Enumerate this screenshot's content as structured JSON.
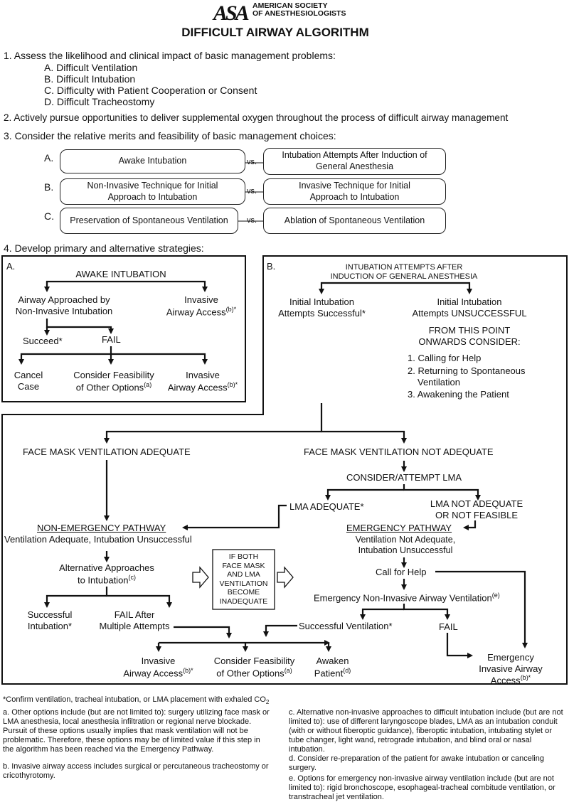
{
  "header": {
    "logo": "ASA",
    "org_line1": "AMERICAN SOCIETY",
    "org_line2": "OF ANESTHESIOLOGISTS",
    "title": "DIFFICULT AIRWAY ALGORITHM"
  },
  "steps": {
    "s1": "1. Assess the likelihood and clinical impact of basic management problems:",
    "s1_items": [
      "A. Difficult Ventilation",
      "B. Difficult Intubation",
      "C. Difficulty with Patient Cooperation or Consent",
      "D. Difficult Tracheostomy"
    ],
    "s2": "2. Actively pursue opportunities to deliver supplemental oxygen throughout the process of difficult airway management",
    "s3": "3. Consider the relative merits and feasibility of basic management choices:",
    "s4": "4. Develop primary and alternative strategies:"
  },
  "choices": [
    {
      "letter": "A.",
      "left": "Awake Intubation",
      "vs": "vs.",
      "right_l1": "Intubation Attempts After Induction of",
      "right_l2": "General Anesthesia"
    },
    {
      "letter": "B.",
      "left_l1": "Non-Invasive Technique for Initial",
      "left_l2": "Approach to Intubation",
      "vs": "vs.",
      "right_l1": "Invasive Technique for Initial",
      "right_l2": "Approach to Intubation"
    },
    {
      "letter": "C.",
      "left": "Preservation of Spontaneous Ventilation",
      "vs": "vs.",
      "right": "Ablation of Spontaneous Ventilation"
    }
  ],
  "panel_a": {
    "label": "A.",
    "awake": "AWAKE INTUBATION",
    "noninv_l1": "Airway Approached by",
    "noninv_l2": "Non-Invasive Intubation",
    "inv_l1": "Invasive",
    "inv_l2": "Airway Access",
    "inv_sup": "(b)*",
    "succeed": "Succeed*",
    "fail": "FAIL",
    "cancel_l1": "Cancel",
    "cancel_l2": "Case",
    "consider_l1": "Consider Feasibility",
    "consider_l2": "of Other Options",
    "consider_sup": "(a)",
    "inv2_l1": "Invasive",
    "inv2_l2": "Airway Access",
    "inv2_sup": "(b)*"
  },
  "panel_b": {
    "label": "B.",
    "top_l1": "INTUBATION ATTEMPTS AFTER",
    "top_l2": "INDUCTION OF GENERAL ANESTHESIA",
    "succ_l1": "Initial Intubation",
    "succ_l2": "Attempts Successful*",
    "unsucc_l1": "Initial Intubation",
    "unsucc_l2": "Attempts UNSUCCESSFUL",
    "from_l1": "FROM THIS POINT",
    "from_l2": "ONWARDS CONSIDER:",
    "consider_items": [
      "1. Calling for Help",
      "2. Returning to Spontaneous",
      "Ventilation",
      "3. Awakening the Patient"
    ]
  },
  "lower": {
    "fm_adequate": "FACE MASK VENTILATION ADEQUATE",
    "fm_not": "FACE MASK VENTILATION NOT ADEQUATE",
    "lma": "CONSIDER/ATTEMPT LMA",
    "lma_ok": "LMA ADEQUATE*",
    "lma_not_l1": "LMA NOT ADEQUATE",
    "lma_not_l2": "OR NOT FEASIBLE",
    "nonemerg": "NON-EMERGENCY PATHWAY",
    "nonemerg_sub": "Ventilation Adequate, Intubation Unsuccessful",
    "emerg": "EMERGENCY PATHWAY",
    "emerg_sub_l1": "Ventilation Not Adequate,",
    "emerg_sub_l2": "Intubation Unsuccessful",
    "alt_l1": "Alternative Approaches",
    "alt_l2": "to Intubation",
    "alt_sup": "(c)",
    "ifboth": [
      "IF BOTH",
      "FACE MASK",
      "AND LMA",
      "VENTILATION",
      "BECOME",
      "INADEQUATE"
    ],
    "callhelp": "Call for Help",
    "emerg_niv": "Emergency Non-Invasive Airway Ventilation",
    "emerg_niv_sup": "(e)",
    "succ_int_l1": "Successful",
    "succ_int_l2": "Intubation*",
    "fail_after_l1": "FAIL After",
    "fail_after_l2": "Multiple Attempts",
    "succ_vent": "Successful Ventilation*",
    "fail": "FAIL",
    "inv_l1": "Invasive",
    "inv_l2": "Airway Access",
    "inv_sup": "(b)*",
    "consider_l1": "Consider Feasibility",
    "consider_l2": "of Other Options",
    "consider_sup": "(a)",
    "awaken_l1": "Awaken",
    "awaken_l2": "Patient",
    "awaken_sup": "(d)",
    "eia_l1": "Emergency",
    "eia_l2": "Invasive Airway",
    "eia_l3": "Access",
    "eia_sup": "(b)*"
  },
  "footnotes": {
    "confirm": "*Confirm ventilation, tracheal intubation, or LMA placement with exhaled CO",
    "confirm_sub": "2",
    "a": "a. Other options include (but are not limited to): surgery utilizing face mask or LMA anesthesia, local anesthesia infiltration or regional nerve blockade. Pursuit of these options usually implies that mask ventilation will not be problematic. Therefore, these options may be of limited value if this step in the algorithm has been reached via the Emergency Pathway.",
    "b": "b. Invasive airway access includes surgical or percutaneous tracheostomy or cricothyrotomy.",
    "c": "c. Alternative non-invasive approaches to difficult intubation include (but are not limited to): use of different laryngoscope blades, LMA as an intubation conduit (with or without fiberoptic guidance), fiberoptic intubation, intubating stylet or tube changer, light wand, retrograde intubation, and blind oral or nasal intubation.",
    "d": "d. Consider re-preparation of the patient for awake intubation or canceling surgery.",
    "e": "e. Options for emergency non-invasive airway ventilation include (but are not limited to): rigid bronchoscope, esophageal-tracheal combitude ventilation, or transtracheal jet ventilation."
  }
}
